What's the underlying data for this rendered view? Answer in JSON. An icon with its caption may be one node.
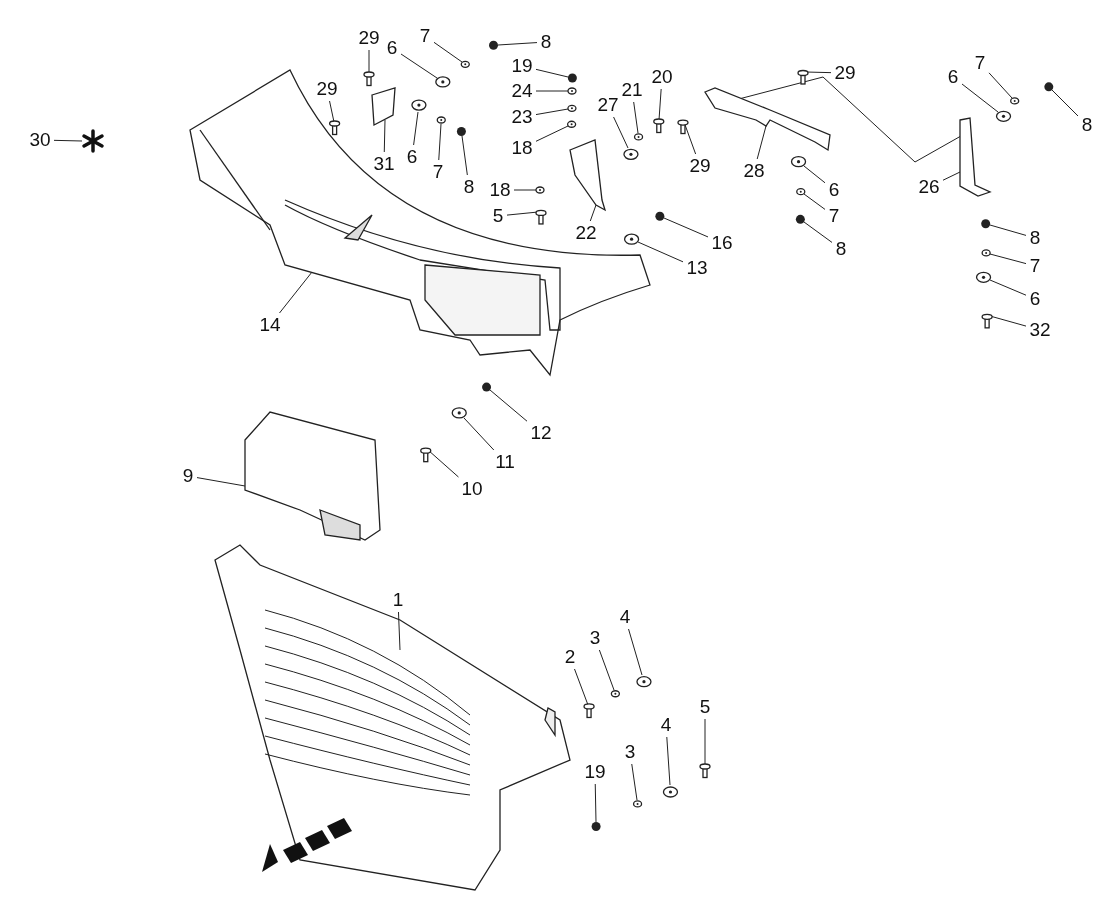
{
  "diagram": {
    "nodes": [
      {
        "text": [
          "29"
        ]
      },
      {
        "text": [
          "6"
        ]
      },
      {
        "text": [
          "7"
        ]
      },
      {
        "text": [
          "8"
        ]
      },
      {
        "text": [
          "29"
        ]
      },
      {
        "text": [
          "19"
        ]
      },
      {
        "text": [
          "24"
        ]
      },
      {
        "text": [
          "23"
        ]
      },
      {
        "text": [
          "18"
        ]
      },
      {
        "text": [
          "31"
        ]
      },
      {
        "text": [
          "6"
        ]
      },
      {
        "text": [
          "7"
        ]
      },
      {
        "text": [
          "8"
        ]
      },
      {
        "text": [
          "27"
        ]
      },
      {
        "text": [
          "21"
        ]
      },
      {
        "text": [
          "20"
        ]
      },
      {
        "text": [
          "29"
        ]
      },
      {
        "text": [
          "29"
        ]
      },
      {
        "text": [
          "28"
        ]
      },
      {
        "text": [
          "18"
        ]
      },
      {
        "text": [
          "5"
        ]
      },
      {
        "text": [
          "22"
        ]
      },
      {
        "text": [
          "16"
        ]
      },
      {
        "text": [
          "13"
        ]
      },
      {
        "text": [
          "6"
        ]
      },
      {
        "text": [
          "7"
        ]
      },
      {
        "text": [
          "8"
        ]
      },
      {
        "text": [
          "26"
        ]
      },
      {
        "text": [
          "7"
        ]
      },
      {
        "text": [
          "6"
        ]
      },
      {
        "text": [
          "8"
        ]
      },
      {
        "text": [
          "8"
        ]
      },
      {
        "text": [
          "7"
        ]
      },
      {
        "text": [
          "6"
        ]
      },
      {
        "text": [
          "32"
        ]
      },
      {
        "text": [
          "14"
        ]
      },
      {
        "text": [
          "12"
        ]
      },
      {
        "text": [
          "11"
        ]
      },
      {
        "text": [
          "10"
        ]
      },
      {
        "text": [
          "9"
        ]
      },
      {
        "text": [
          "1"
        ]
      },
      {
        "text": [
          "2"
        ]
      },
      {
        "text": [
          "3"
        ]
      },
      {
        "text": [
          "4"
        ]
      },
      {
        "text": [
          "5"
        ]
      },
      {
        "text": [
          "4"
        ]
      },
      {
        "text": [
          "3"
        ]
      },
      {
        "text": [
          "19"
        ]
      },
      {
        "text": [
          "30"
        ]
      },
      {
        "text": [],
        "shape": "picture"
      },
      {
        "text": [],
        "shape": "picture"
      },
      {
        "text": [],
        "shape": "picture"
      },
      {
        "text": [],
        "shape": "circle"
      },
      {
        "text": [],
        "shape": "picture"
      },
      {
        "text": [],
        "shape": "circle"
      },
      {
        "text": [],
        "shape": "picture"
      },
      {
        "text": [],
        "shape": "picture"
      },
      {
        "text": [],
        "shape": "picture"
      },
      {
        "text": [],
        "shape": "box"
      },
      {
        "text": [],
        "shape": "picture"
      },
      {
        "text": [],
        "shape": "picture"
      },
      {
        "text": [],
        "shape": "circle"
      },
      {
        "text": [],
        "shape": "picture"
      },
      {
        "text": [],
        "shape": "picture"
      },
      {
        "text": [],
        "shape": "picture"
      },
      {
        "text": [],
        "shape": "picture"
      },
      {
        "text": [],
        "shape": "picture"
      },
      {
        "text": [],
        "shape": "picture"
      },
      {
        "text": [],
        "shape": "picture"
      },
      {
        "text": [],
        "shape": "picture"
      },
      {
        "text": [],
        "shape": "picture"
      },
      {
        "text": [],
        "shape": "circle"
      },
      {
        "text": [],
        "shape": "picture"
      },
      {
        "text": [],
        "shape": "picture"
      },
      {
        "text": [],
        "shape": "picture"
      },
      {
        "text": [],
        "shape": "circle"
      },
      {
        "text": [],
        "shape": "picture"
      },
      {
        "text": [],
        "shape": "picture"
      },
      {
        "text": [],
        "shape": "picture"
      },
      {
        "text": [],
        "shape": "circle"
      },
      {
        "text": [],
        "shape": "circle"
      },
      {
        "text": [],
        "shape": "picture"
      },
      {
        "text": [],
        "shape": "picture"
      },
      {
        "text": [],
        "shape": "picture"
      },
      {
        "text": [],
        "shape": "picture"
      },
      {
        "text": [],
        "shape": "circle"
      },
      {
        "text": [],
        "shape": "picture"
      },
      {
        "text": [],
        "shape": "picture"
      },
      {
        "text": [],
        "shape": "picture"
      },
      {
        "text": [],
        "shape": "picture"
      },
      {
        "text": [],
        "shape": "picture"
      },
      {
        "text": [],
        "shape": "picture"
      },
      {
        "text": [],
        "shape": "picture"
      },
      {
        "text": [],
        "shape": "picture"
      },
      {
        "text": [],
        "shape": "picture"
      },
      {
        "text": [],
        "shape": "picture"
      },
      {
        "text": [],
        "shape": "circle"
      },
      {
        "text": [],
        "shape": "picture"
      }
    ],
    "edges": [
      {
        "from": 0,
        "to": 49,
        "arrow": "none"
      },
      {
        "from": 1,
        "to": 50,
        "arrow": "none"
      },
      {
        "from": 2,
        "to": 51,
        "arrow": "none"
      },
      {
        "from": 3,
        "to": 52,
        "arrow": "none"
      },
      {
        "from": 4,
        "to": 53,
        "arrow": "none"
      },
      {
        "from": 5,
        "to": 54,
        "arrow": "none"
      },
      {
        "from": 6,
        "to": 55,
        "arrow": "none"
      },
      {
        "from": 7,
        "to": 56,
        "arrow": "none"
      },
      {
        "from": 8,
        "to": 57,
        "arrow": "none"
      },
      {
        "from": 9,
        "to": 58,
        "arrow": "none"
      },
      {
        "from": 10,
        "to": 59,
        "arrow": "none"
      },
      {
        "from": 11,
        "to": 60,
        "arrow": "none"
      },
      {
        "from": 12,
        "to": 61,
        "arrow": "none"
      },
      {
        "from": 13,
        "to": 62,
        "arrow": "none"
      },
      {
        "from": 14,
        "to": 63,
        "arrow": "none"
      },
      {
        "from": 15,
        "to": 64,
        "arrow": "none"
      },
      {
        "from": 16,
        "to": 65,
        "arrow": "none"
      },
      {
        "from": 17,
        "to": 66,
        "arrow": "none"
      },
      {
        "from": 18,
        "to": 67,
        "arrow": "none"
      },
      {
        "from": 19,
        "to": 68,
        "arrow": "none"
      },
      {
        "from": 20,
        "to": 69,
        "arrow": "none"
      },
      {
        "from": 21,
        "to": 70,
        "arrow": "none"
      },
      {
        "from": 22,
        "to": 71,
        "arrow": "none"
      },
      {
        "from": 23,
        "to": 72,
        "arrow": "none"
      },
      {
        "from": 24,
        "to": 73,
        "arrow": "none"
      },
      {
        "from": 25,
        "to": 74,
        "arrow": "none"
      },
      {
        "from": 26,
        "to": 75,
        "arrow": "none"
      },
      {
        "from": 27,
        "to": 76,
        "arrow": "none"
      },
      {
        "from": 28,
        "to": 77,
        "arrow": "none"
      },
      {
        "from": 29,
        "to": 78,
        "arrow": "none"
      },
      {
        "from": 30,
        "to": 79,
        "arrow": "none"
      },
      {
        "from": 31,
        "to": 80,
        "arrow": "none"
      },
      {
        "from": 32,
        "to": 81,
        "arrow": "none"
      },
      {
        "from": 33,
        "to": 82,
        "arrow": "none"
      },
      {
        "from": 34,
        "to": 83,
        "arrow": "none"
      },
      {
        "from": 35,
        "to": 84,
        "arrow": "none"
      },
      {
        "from": 36,
        "to": 85,
        "arrow": "none"
      },
      {
        "from": 37,
        "to": 86,
        "arrow": "none"
      },
      {
        "from": 38,
        "to": 87,
        "arrow": "none"
      },
      {
        "from": 39,
        "to": 88,
        "arrow": "none"
      },
      {
        "from": 40,
        "to": 89,
        "arrow": "none"
      },
      {
        "from": 41,
        "to": 90,
        "arrow": "none"
      },
      {
        "from": 42,
        "to": 91,
        "arrow": "none"
      },
      {
        "from": 43,
        "to": 92,
        "arrow": "none"
      },
      {
        "from": 44,
        "to": 93,
        "arrow": "none"
      },
      {
        "from": 45,
        "to": 94,
        "arrow": "none"
      },
      {
        "from": 46,
        "to": 95,
        "arrow": "none"
      },
      {
        "from": 47,
        "to": 96,
        "arrow": "none"
      },
      {
        "from": 48,
        "to": 97,
        "arrow": "none"
      },
      {
        "from": 67,
        "to": 76,
        "arrow": "none"
      }
    ]
  }
}
